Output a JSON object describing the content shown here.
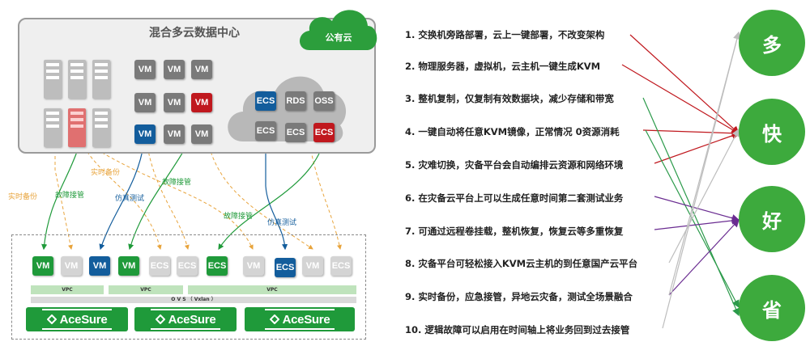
{
  "datacenter": {
    "title": "混合多云数据中心"
  },
  "public_cloud": {
    "label": "公有云"
  },
  "vm_label": "VM",
  "ecs_label": "ECS",
  "rds_label": "RDS",
  "oss_label": "OSS",
  "flows": {
    "backup_left": "实时备份",
    "backup_mid": "实时备份",
    "failover_left": "故障接管",
    "failover_mid": "故障接管",
    "failover_right": "故障接管",
    "sim_test_left": "仿真测试",
    "sim_test_right": "仿真测试"
  },
  "vpc_label": "VPC",
  "ovs_label": "O V S （ Vxlan ）",
  "acesure_label": "AceSure",
  "items": [
    "1. 交换机旁路部署，云上一键部署，不改变架构",
    "2. 物理服务器，虚拟机，云主机一键生成KVM",
    "3. 整机复制，仅复制有效数据块，减少存储和带宽",
    "4. 一键自动将任意KVM镜像，正常情况 0资源消耗",
    "5. 灾难切换，灾备平台会自动编排云资源和网络环境",
    "6. 在灾备云平台上可以生成任意时间第二套测试业务",
    "7. 可通过远程卷挂载，整机恢复，恢复云等多重恢复",
    "8. 灾备平台可轻松接入KVM云主机的到任意国产云平台",
    "9. 实时备份，应急接管，异地云灾备，测试全场景融合",
    "10. 逻辑故障可以启用在时间轴上将业务回到过去接管"
  ],
  "benefits": [
    "多",
    "快",
    "好",
    "省"
  ],
  "colors": {
    "green": "#3daa3d",
    "red_arrow": "#c0181e",
    "purple_arrow": "#6a2c91",
    "gray_arrow": "#bdbdbd"
  }
}
